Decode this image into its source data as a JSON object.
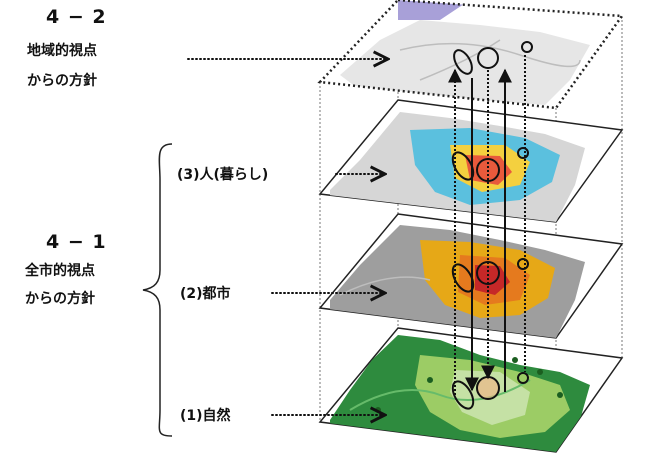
{
  "regional": {
    "number": "4 − 2",
    "line1": "地域的視点",
    "line2": "からの方針"
  },
  "citywide": {
    "number": "4 − 1",
    "line1": "全市的視点",
    "line2": "からの方針"
  },
  "layers": {
    "people": "(3)人(暮らし)",
    "city": "(2)都市",
    "nature": "(1)自然"
  },
  "colors": {
    "nature_base": "#2e8b3e",
    "nature_light": "#9ccc65",
    "city_base": "#9e9e9e",
    "city_heat": "#e6a817",
    "people_base": "#d6d6d6",
    "people_heat": "#e85a3c",
    "people_cool": "#5bc0de",
    "region_base": "#e6e6e6",
    "region_water": "#a8a0d8",
    "marker": "#111111"
  }
}
